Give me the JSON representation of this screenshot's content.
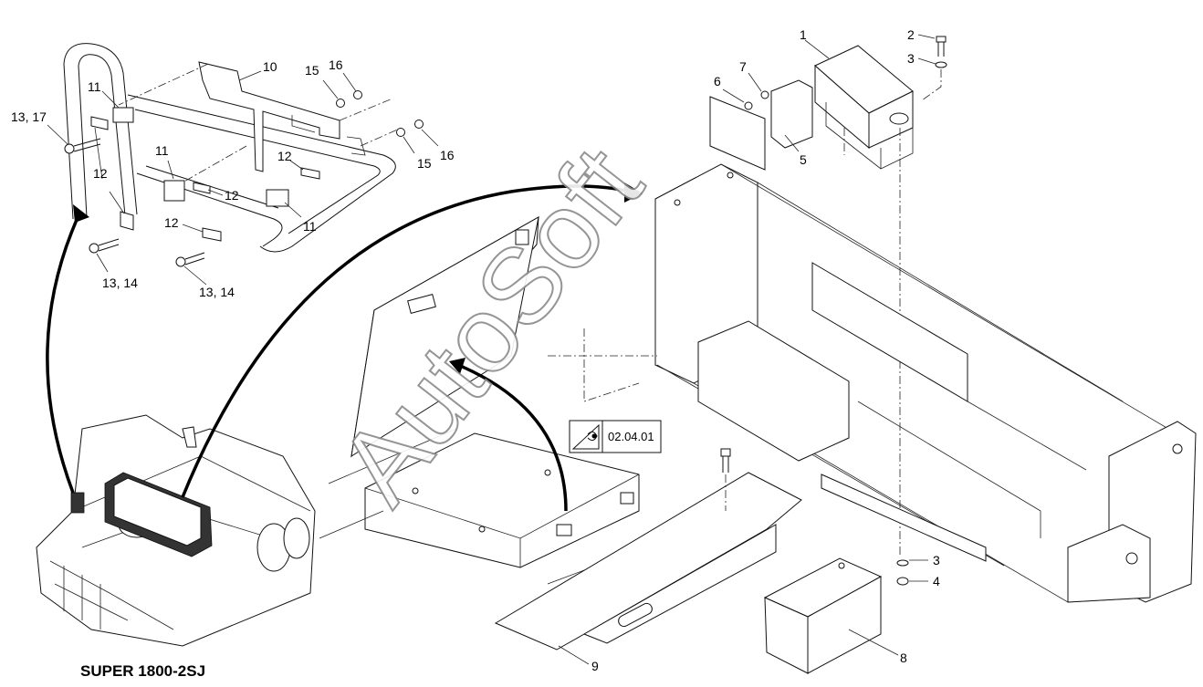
{
  "diagram": {
    "model_label": "SUPER 1800-2SJ",
    "reference_box_label": "02.04.01",
    "watermark": "AutoSoft",
    "callouts": {
      "c1": "1",
      "c2": "2",
      "c3_top": "3",
      "c3_bottom": "3",
      "c4": "4",
      "c5": "5",
      "c6": "6",
      "c7": "7",
      "c8": "8",
      "c9": "9",
      "c10": "10",
      "c11_top": "11",
      "c11_mid": "11",
      "c11_right": "11",
      "c12_a": "12",
      "c12_b": "12",
      "c12_c": "12",
      "c12_d": "12",
      "c13_17": "13, 17",
      "c13_14_left": "13, 14",
      "c13_14_right": "13, 14",
      "c15_top": "15",
      "c15_right": "15",
      "c16_top": "16",
      "c16_right": "16"
    },
    "icons": {
      "reference": "eye-view-icon"
    }
  }
}
